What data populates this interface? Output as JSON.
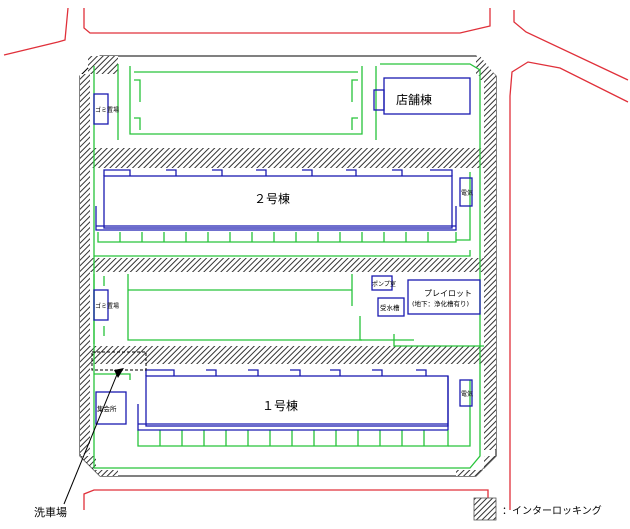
{
  "buildings": {
    "shop": "店舗棟",
    "bldg2": "２号棟",
    "bldg1": "１号棟",
    "playlot_line1": "プレイロット",
    "playlot_line2": "(地下：浄化槽有り)"
  },
  "facilities": {
    "garbage_top": "ゴミ置場",
    "garbage_mid": "ゴミ置場",
    "pump_room": "ポンプ室",
    "water_tank": "受水槽",
    "electric_top": "電気",
    "electric_bottom": "電気",
    "meeting_hall": "集会所"
  },
  "labels": {
    "car_wash": "洗車場",
    "legend": "：インターロッキング"
  }
}
